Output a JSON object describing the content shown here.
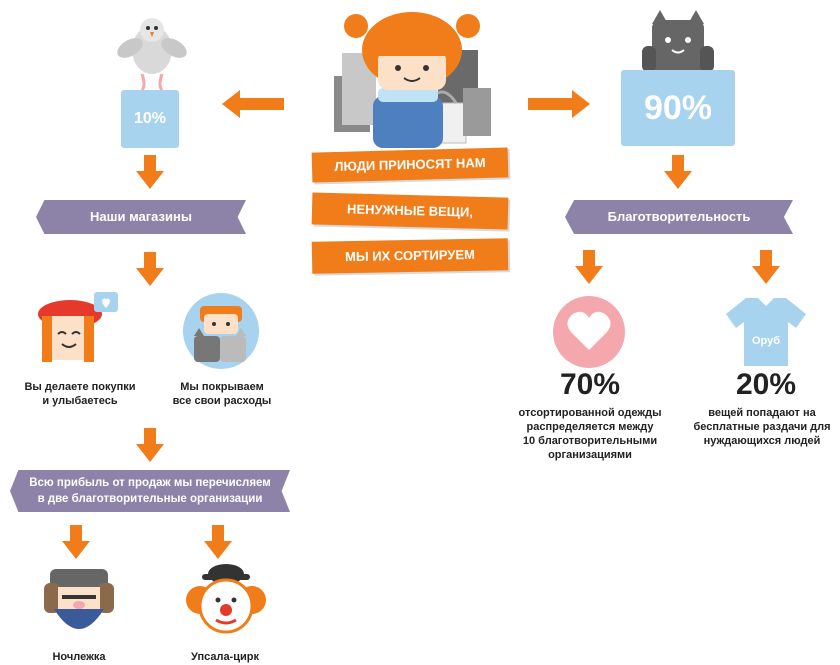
{
  "center": {
    "line1": "ЛЮДИ ПРИНОСЯТ НАМ",
    "line2": "НЕНУЖНЫЕ ВЕЩИ,",
    "line3": "МЫ ИХ СОРТИРУЕМ"
  },
  "left_bag_pct": "10%",
  "right_bag_pct": "90%",
  "shops_banner": "Наши магазины",
  "charity_banner": "Благотворительность",
  "shop_item1": "Вы делаете покупки\nи улыбаетесь",
  "shop_item2": "Мы покрываем\nвсе свои расходы",
  "profit_banner": "Всю прибыль от продаж мы перечисляем\nв две благотворительные организации",
  "org1": "Ночлежка",
  "org2": "Упсала-цирк",
  "stat1": {
    "value": "70%",
    "text": "отсортированной одежды\nраспределяется между\n10 благотворительными\nорганизациями"
  },
  "stat2": {
    "value": "20%",
    "text": "вещей попадают на\nбесплатные раздачи для\nнуждающихся людей"
  },
  "shirt_text": "Oруб",
  "colors": {
    "orange": "#f07d19",
    "purple": "#8d83a9",
    "lightblue": "#a7d3ef",
    "pink": "#f4a8ae"
  }
}
